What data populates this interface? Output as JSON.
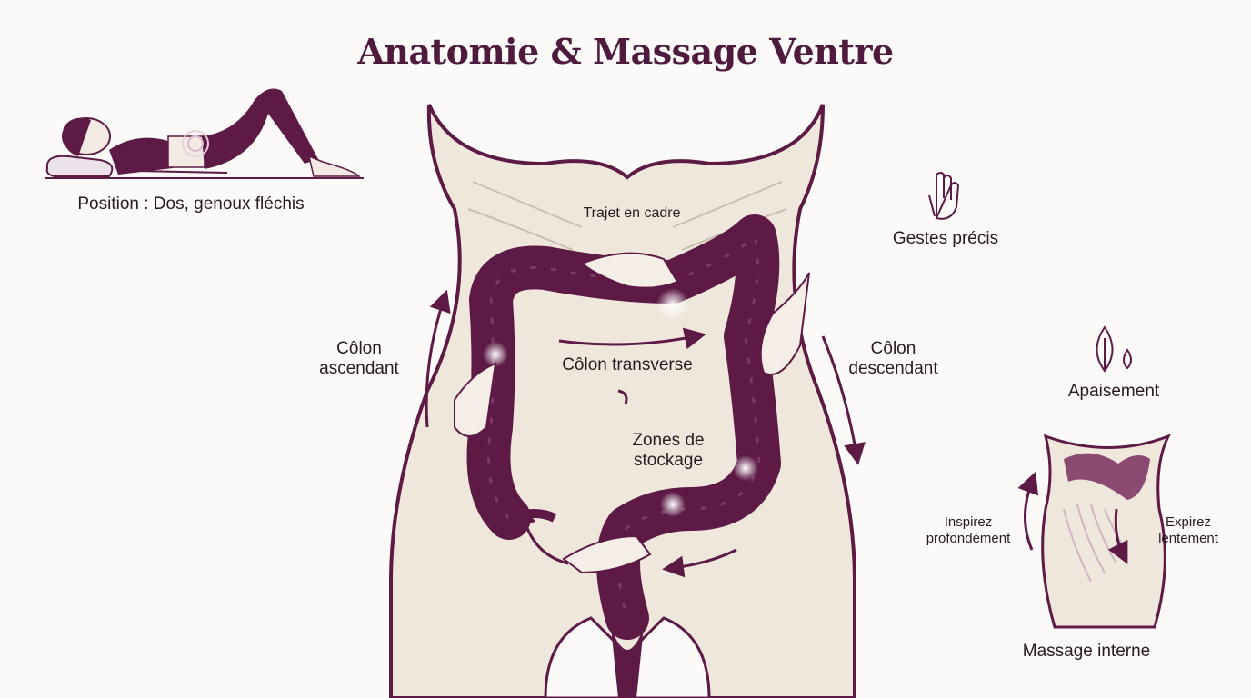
{
  "title": "Anatomie & Massage Ventre",
  "colors": {
    "accent": "#5c1a45",
    "skin": "#efe6dc",
    "background": "#fbfaf8"
  },
  "position": {
    "label": "Position : Dos, genoux fléchis"
  },
  "main": {
    "trajet": "Trajet en cadre",
    "colon_ascendant": "Côlon ascendant",
    "colon_transverse": "Côlon transverse",
    "colon_descendant": "Côlon descendant",
    "zones": "Zones de stockage"
  },
  "side": {
    "gestes": "Gestes précis",
    "gestes_icon": "hand-icon",
    "apaisement": "Apaisement",
    "apaisement_icon": "leaf-drop-icon",
    "inspirez": "Inspirez profondément",
    "expirez": "Expirez lentement",
    "massage_interne": "Massage interne"
  }
}
